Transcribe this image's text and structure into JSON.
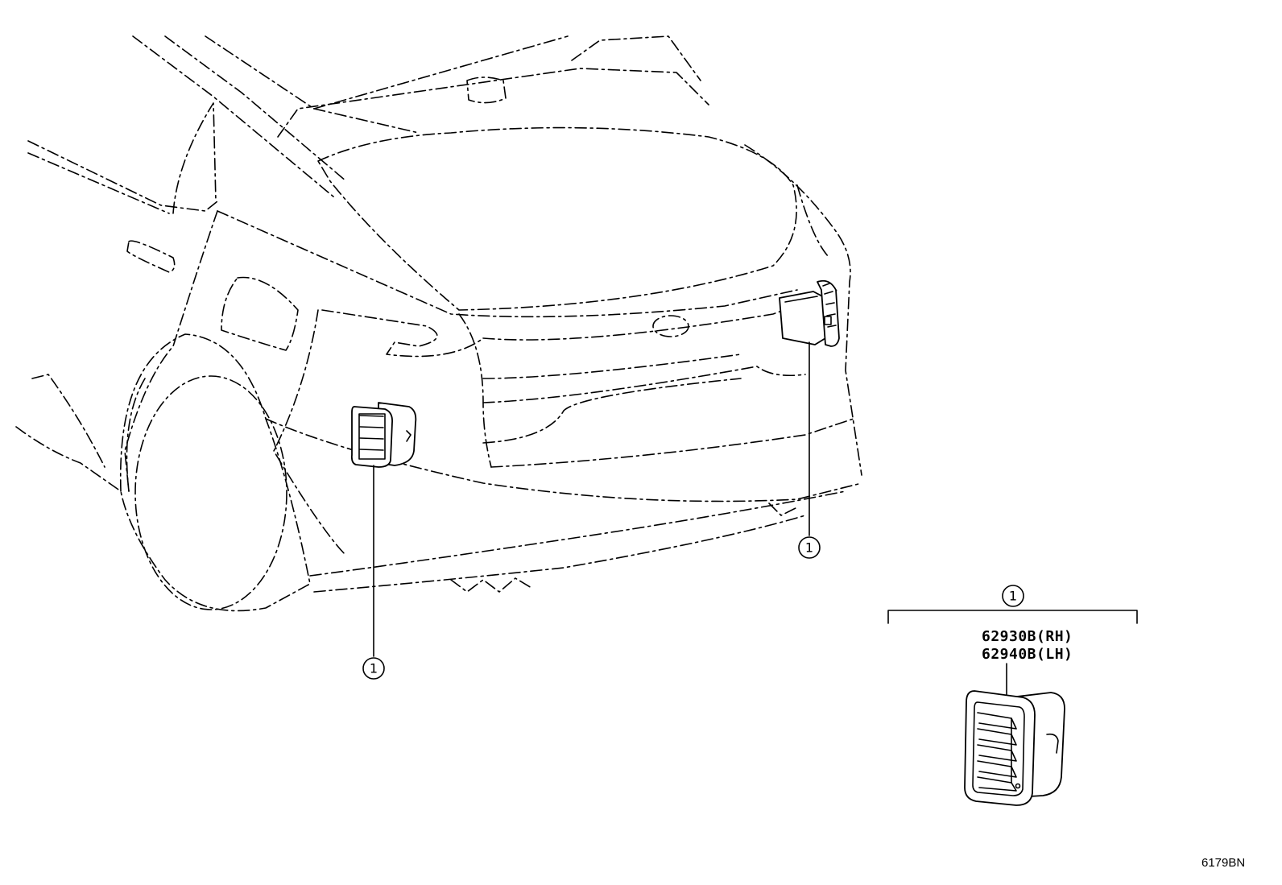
{
  "callouts": {
    "left_vent": "1",
    "right_vent": "1",
    "detail_header": "1"
  },
  "part_numbers": {
    "rh": "62930B(RH)",
    "lh": "62940B(LH)"
  },
  "diagram_code": "6179BN",
  "colors": {
    "ink": "#000000",
    "paper": "#ffffff"
  }
}
